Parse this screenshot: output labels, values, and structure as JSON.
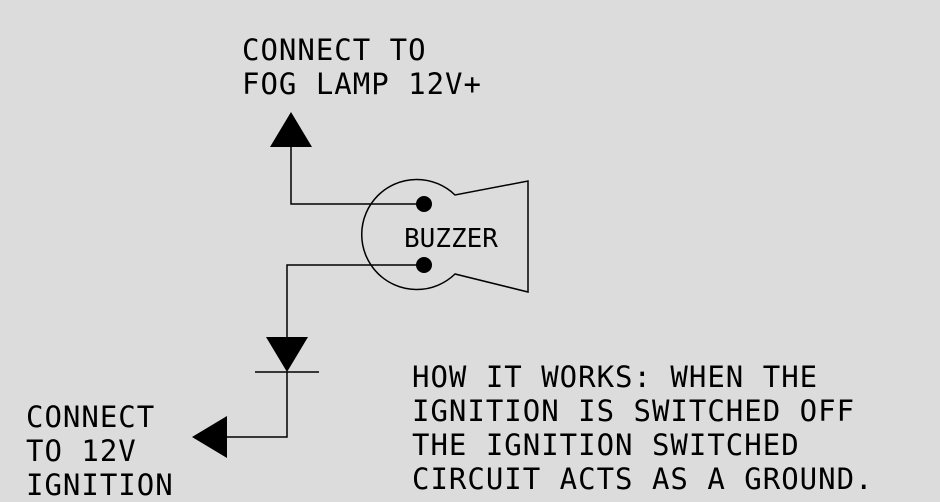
{
  "colors": {
    "background": "#dcdcdc",
    "ink": "#000000"
  },
  "labels": {
    "fog_lamp": {
      "line1": "CONNECT TO",
      "line2": "FOG LAMP 12V+"
    },
    "buzzer": "BUZZER",
    "ignition": {
      "line1": "CONNECT",
      "line2": "TO 12V",
      "line3": "IGNITION"
    },
    "how_it_works": {
      "line1": "HOW IT WORKS: WHEN THE",
      "line2": "IGNITION IS SWITCHED OFF",
      "line3": "THE IGNITION SWITCHED",
      "line4": "CIRCUIT ACTS AS A GROUND."
    }
  }
}
